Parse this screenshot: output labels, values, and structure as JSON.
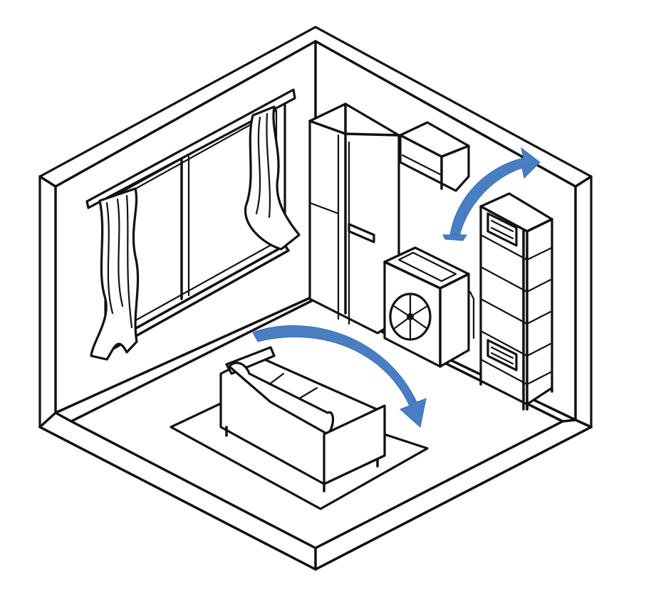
{
  "diagram": {
    "accent_color": "#4a7ec2",
    "line_color": "#111111",
    "background": "#ffffff",
    "objects": [
      "room",
      "window",
      "curtains",
      "fridge",
      "air-conditioner-wall-unit",
      "heat-pump-outdoor-unit",
      "shelving-unit",
      "sofa",
      "rug",
      "airflow-arrow"
    ]
  }
}
